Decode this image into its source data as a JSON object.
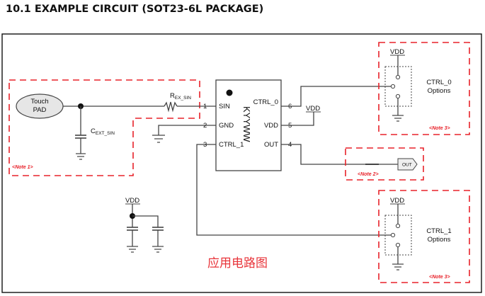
{
  "title": "10.1  EXAMPLE CIRCUIT (SOT23-6L PACKAGE)",
  "colors": {
    "note_red": "#e8222a",
    "caption_red": "#e8343a",
    "wire": "#444444"
  },
  "touch_pad": {
    "line1": "Touch",
    "line2": "PAD"
  },
  "capacitor_ext": {
    "main": "C",
    "sub": "EXT_SIN"
  },
  "resistor": {
    "main": "R",
    "sub": "EX_SIN"
  },
  "chip": {
    "marking": "KYYWW",
    "pins_left": [
      {
        "num": "1",
        "name": "SIN"
      },
      {
        "num": "2",
        "name": "GND"
      },
      {
        "num": "3",
        "name": "CTRL_1"
      }
    ],
    "pins_right": [
      {
        "num": "6",
        "name": "CTRL_0"
      },
      {
        "num": "5",
        "name": "VDD"
      },
      {
        "num": "4",
        "name": "OUT"
      }
    ]
  },
  "vdd_label": "VDD",
  "out_tag": "OUT",
  "options": [
    {
      "line1": "CTRL_0",
      "line2": "Options",
      "vdd": "VDD",
      "note": "<Note 3>"
    },
    {
      "line1": "CTRL_1",
      "line2": "Options",
      "vdd": "VDD",
      "note": "<Note 3>"
    }
  ],
  "notes": {
    "note1": "<Note 1>",
    "note2": "<Note 2>"
  },
  "decoupling_vdd": "VDD",
  "caption": "应用电路图"
}
